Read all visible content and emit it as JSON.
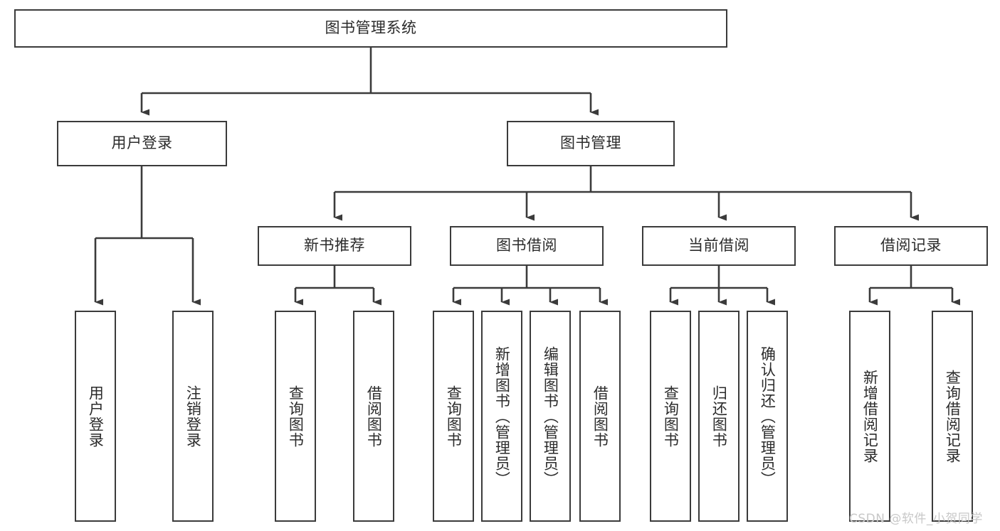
{
  "diagram": {
    "type": "tree",
    "title": "图书管理系统",
    "watermark": "CSDN @软件_小贺同学",
    "colors": {
      "border": "#3b3b3b",
      "text": "#2b2b2b",
      "background": "#ffffff",
      "watermark": "#c8c8c8"
    },
    "root": {
      "label": "图书管理系统"
    },
    "level1": [
      {
        "label": "用户登录"
      },
      {
        "label": "图书管理"
      }
    ],
    "level2": [
      {
        "label": "新书推荐"
      },
      {
        "label": "图书借阅"
      },
      {
        "label": "当前借阅"
      },
      {
        "label": "借阅记录"
      }
    ],
    "leaves": [
      {
        "label": "用户登录"
      },
      {
        "label": "注销登录"
      },
      {
        "label": "查询图书"
      },
      {
        "label": "借阅图书"
      },
      {
        "label": "查询图书"
      },
      {
        "label": "新增图书（管理员）"
      },
      {
        "label": "编辑图书（管理员）"
      },
      {
        "label": "借阅图书"
      },
      {
        "label": "查询图书"
      },
      {
        "label": "归还图书"
      },
      {
        "label": "确认归还（管理员）"
      },
      {
        "label": "新增借阅记录"
      },
      {
        "label": "查询借阅记录"
      }
    ]
  }
}
